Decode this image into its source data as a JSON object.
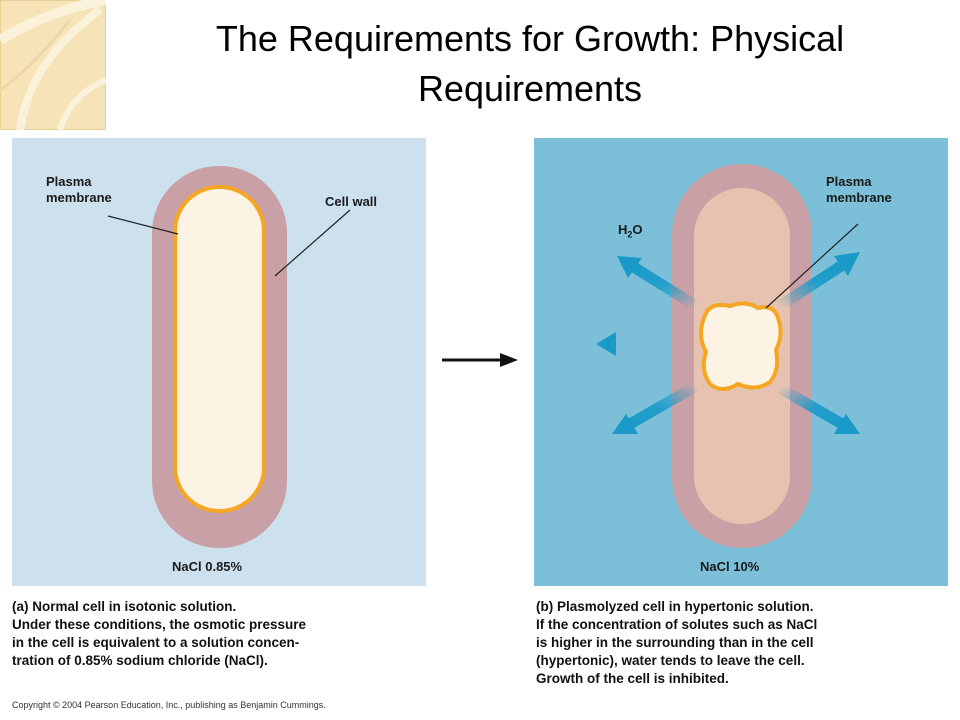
{
  "title": {
    "line1": "The Requirements for Growth: Physical",
    "line2": "Requirements"
  },
  "panel_a": {
    "label_plasma_line1": "Plasma",
    "label_plasma_line2": "membrane",
    "label_cell_wall": "Cell wall",
    "nacl": "NaCl 0.85%",
    "caption": [
      "(a) Normal cell in isotonic solution.",
      "Under these conditions, the osmotic pressure",
      "in the cell is equivalent to a solution concen-",
      "tration of 0.85% sodium chloride (NaCl)."
    ]
  },
  "panel_b": {
    "label_plasma_line1": "Plasma",
    "label_plasma_line2": "membrane",
    "label_water": "H",
    "label_water_sub": "2",
    "label_water_end": "O",
    "nacl": "NaCl 10%",
    "caption": [
      "(b) Plasmolyzed cell in hypertonic solution.",
      "If the concentration of solutes such as NaCl",
      "is higher in the surrounding than in the cell",
      "(hypertonic), water tends to leave the cell.",
      "Growth of the cell is inhibited."
    ]
  },
  "copyright": "Copyright © 2004 Pearson Education, Inc., publishing as Benjamin Cummings.",
  "colors": {
    "panel_a_bg": "#cde0ee",
    "panel_b_bg": "#7cbfd8",
    "cell_wall": "#c9a0a5",
    "cytoplasm": "#fdf3e4",
    "membrane": "#f5a623",
    "arrow": "#1a9ac9"
  },
  "icons": [
    "corner-decoration",
    "process-arrow-icon",
    "water-arrow-icon"
  ]
}
